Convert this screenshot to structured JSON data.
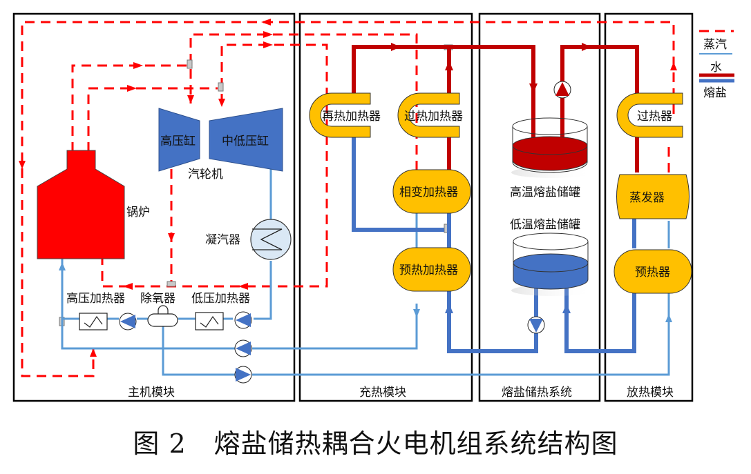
{
  "diagram": {
    "modules": {
      "main": "主机模块",
      "charge": "充热模块",
      "storage": "熔盐储热系统",
      "discharge": "放热模块"
    },
    "components": {
      "boiler": "锅炉",
      "hp_cylinder": "高压缸",
      "ilp_cylinder": "中低压缸",
      "turbine": "汽轮机",
      "condenser": "凝汽器",
      "hp_heater": "高压加热器",
      "deaerator": "除氧器",
      "lp_heater": "低压加热器",
      "reheat_heater": "再热加热器",
      "superheat_heater": "过热加热器",
      "phase_change_heater": "相变加热器",
      "preheat_heater": "预热加热器",
      "hot_tank": "高温熔盐储罐",
      "cold_tank": "低温熔盐储罐",
      "superheater": "过热器",
      "evaporator": "蒸发器",
      "preheater": "预热器"
    },
    "legend": [
      {
        "label": "蒸汽",
        "style": "dashed",
        "color": "#ff0000"
      },
      {
        "label": "水",
        "style": "solid-thin",
        "color": "#5b9bd5"
      },
      {
        "label": "熔盐",
        "style": "solid-thick",
        "color": "#c00000",
        "color2": "#4472c4"
      }
    ],
    "colors": {
      "steam": "#ff0000",
      "water": "#5b9bd5",
      "hot_salt": "#c00000",
      "cold_salt": "#4472c4",
      "heater": "#ffc000",
      "boiler": "#ff0000",
      "turbine": "#4472c4",
      "condenser": "#dae8f5"
    }
  },
  "caption": {
    "number": "图 2",
    "title": "熔盐储热耦合火电机组系统结构图"
  }
}
